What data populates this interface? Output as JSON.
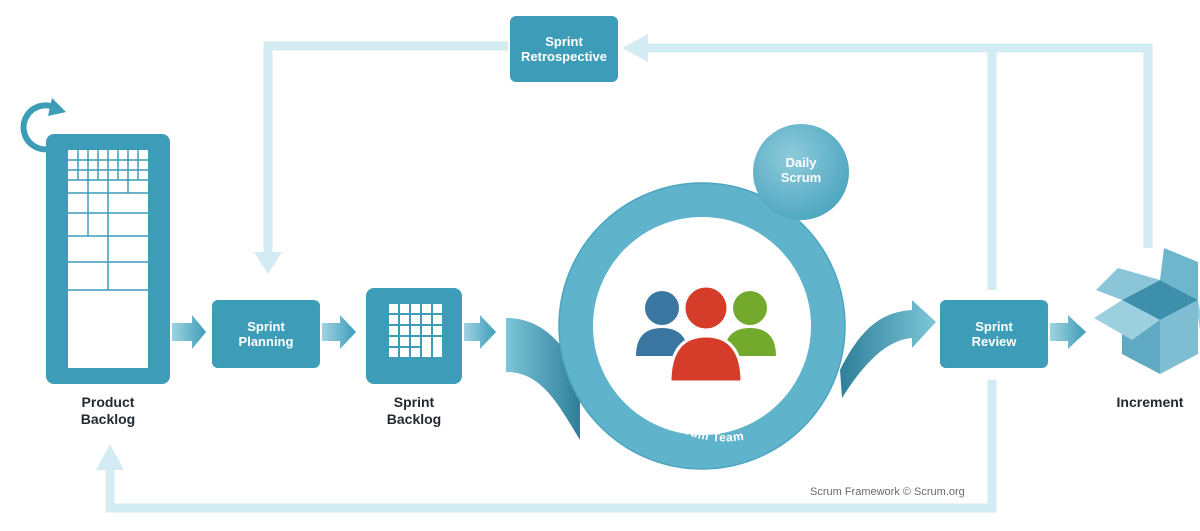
{
  "nodes": {
    "sprint_retrospective": [
      "Sprint",
      "Retrospective"
    ],
    "daily_scrum": [
      "Daily",
      "Scrum"
    ],
    "sprint_planning": [
      "Sprint",
      "Planning"
    ],
    "sprint_review": [
      "Sprint",
      "Review"
    ],
    "product_backlog": [
      "Product",
      "Backlog"
    ],
    "sprint_backlog": [
      "Sprint",
      "Backlog"
    ],
    "increment": "Increment",
    "scrum_team": "1 Scrum Team"
  },
  "credit": "Scrum Framework © Scrum.org",
  "colors": {
    "primary": "#3d9cb8",
    "primary_dark": "#2e87a3",
    "light_loop": "#d3ebf2",
    "ring": "#5fb4cc",
    "person_blue": "#3a76a0",
    "person_red": "#d63c2a",
    "person_green": "#73aa2e"
  }
}
